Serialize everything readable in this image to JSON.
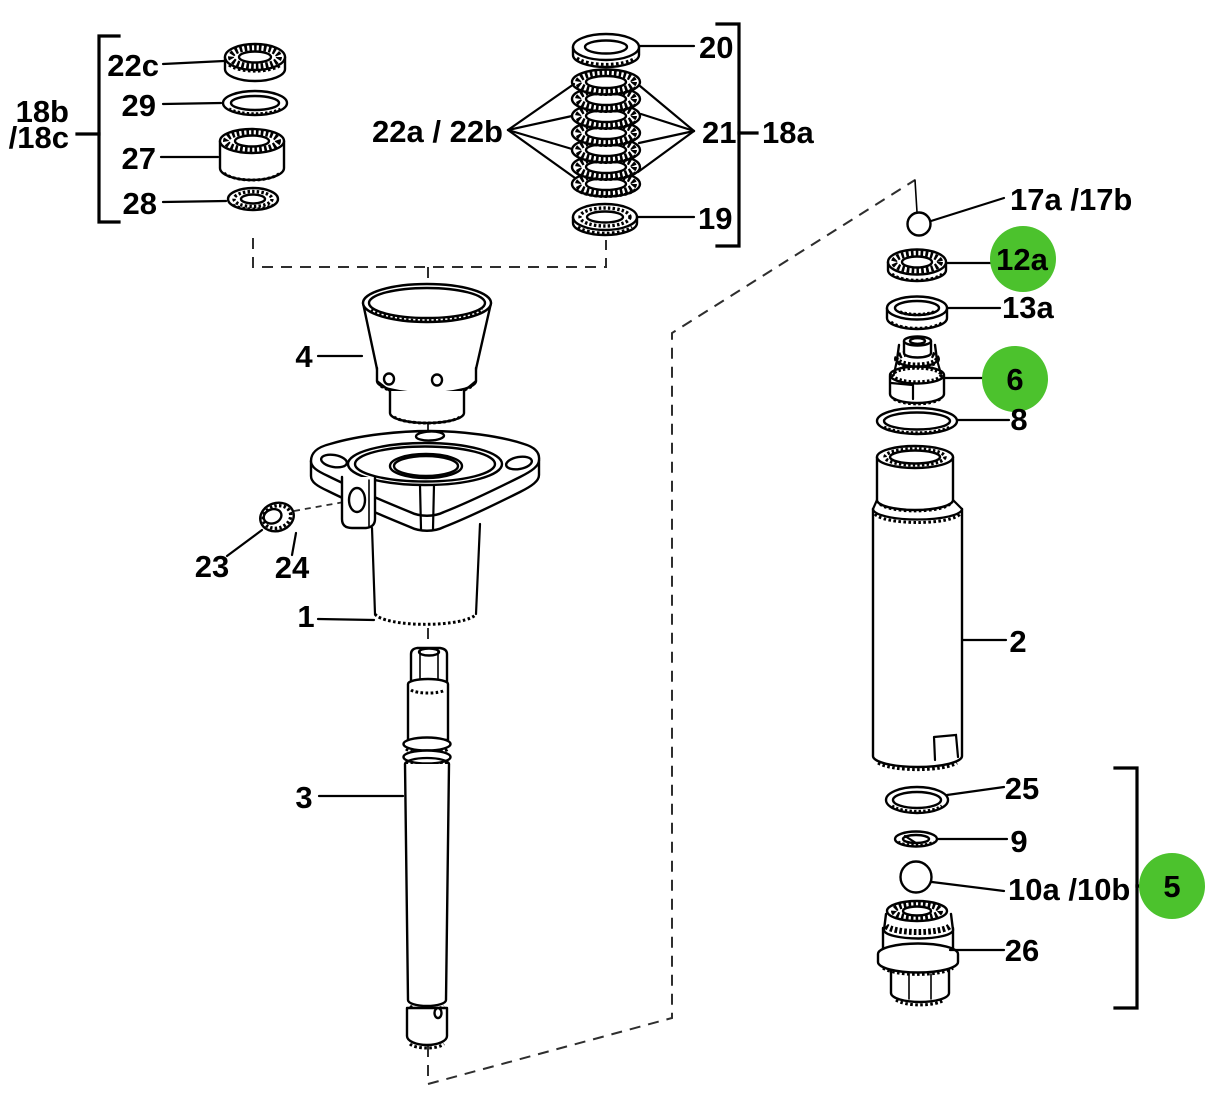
{
  "diagram": {
    "type": "exploded-parts-diagram",
    "colors": {
      "highlight_green": "#4cc22d",
      "line": "#000000",
      "background": "#ffffff"
    },
    "highlighted_callouts": [
      "12a",
      "6",
      "5"
    ],
    "callouts": {
      "22c": "22c",
      "29": "29",
      "27": "27",
      "28": "28",
      "18bc1": "18b",
      "18bc2": "/18c",
      "20": "20",
      "22ab": "22a / 22b",
      "21": "21",
      "19": "19",
      "18a": "18a",
      "17ab": "17a /17b",
      "12a": "12a",
      "13a": "13a",
      "6": "6",
      "8": "8",
      "2": "2",
      "25": "25",
      "9": "9",
      "10ab": "10a /10b",
      "26": "26",
      "5": "5",
      "4": "4",
      "23": "23",
      "24": "24",
      "1": "1",
      "3": "3"
    }
  }
}
